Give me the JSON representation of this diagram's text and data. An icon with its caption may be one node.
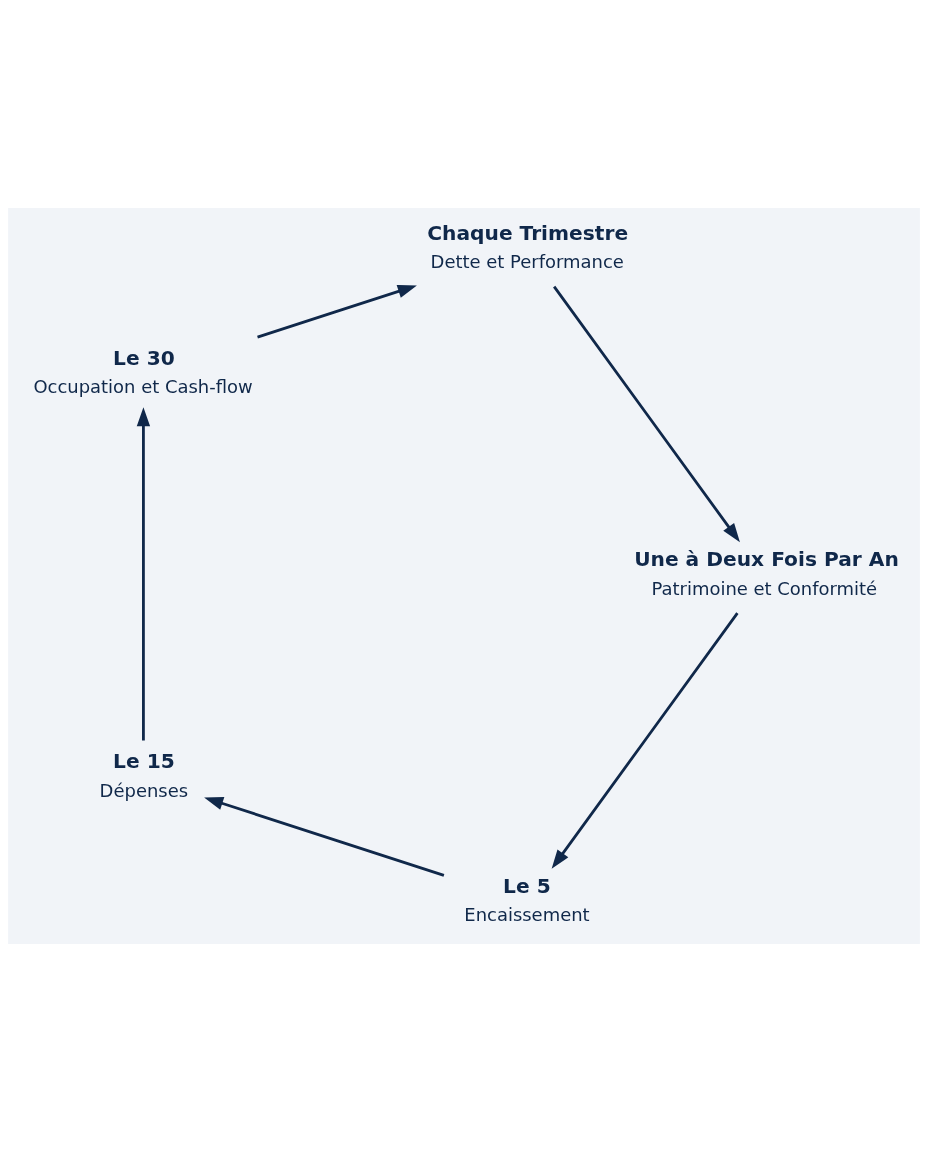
{
  "diagram": {
    "nodes": [
      {
        "text": [
          "Le 5",
          "Encaissement"
        ]
      },
      {
        "text": [
          "Le 15",
          "Dépenses"
        ]
      },
      {
        "text": [
          "Le 30",
          "Occupation et Cash-flow"
        ]
      },
      {
        "text": [
          "Chaque Trimestre",
          "Dette et Performance"
        ]
      },
      {
        "text": [
          "Une à Deux Fois Par An",
          "Patrimoine et Conformité"
        ]
      }
    ],
    "edges": [
      {
        "from": 0,
        "to": 1,
        "arrow": "to"
      },
      {
        "from": 1,
        "to": 2,
        "arrow": "to"
      },
      {
        "from": 2,
        "to": 3,
        "arrow": "to"
      },
      {
        "from": 3,
        "to": 4,
        "arrow": "to"
      },
      {
        "from": 4,
        "to": 0,
        "arrow": "to"
      }
    ]
  }
}
